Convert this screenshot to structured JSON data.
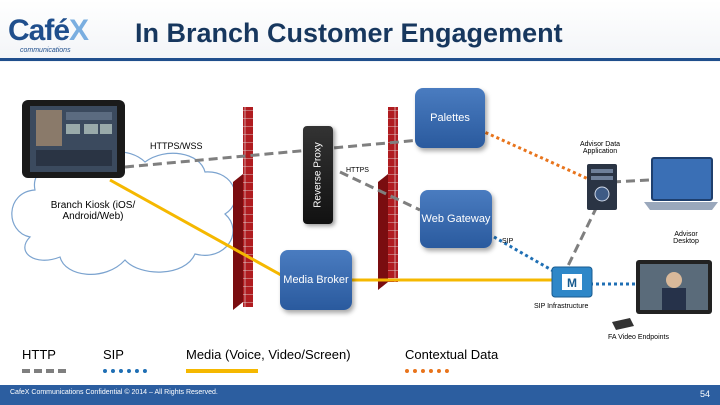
{
  "header": {
    "logo_text": "Café",
    "logo_x": "X",
    "logo_sub": "communications",
    "title": "In Branch Customer Engagement"
  },
  "nodes": {
    "kiosk": "Branch Kiosk (iOS/ Android/Web)",
    "proxy": "Reverse Proxy",
    "palettes": "Palettes",
    "web_gateway": "Web Gateway",
    "media_broker": "Media Broker",
    "advisor_data_app": "Advisor Data Application",
    "advisor_desktop": "Advisor Desktop",
    "sip_infra": "SIP Infrastructure",
    "fa_endpoints": "FA Video Endpoints"
  },
  "edge_labels": {
    "https_wss": "HTTPS/WSS",
    "https": "HTTPS",
    "sip": "SIP"
  },
  "legend": [
    {
      "label": "HTTP",
      "color": "#7f7f7f",
      "style": "dashed"
    },
    {
      "label": "SIP",
      "color": "#1f6fb4",
      "style": "dotted"
    },
    {
      "label": "Media (Voice, Video/Screen)",
      "color": "#f5b800",
      "style": "solid"
    },
    {
      "label": "Contextual Data",
      "color": "#e8741c",
      "style": "dotted"
    }
  ],
  "footer": {
    "confidential": "CafeX Communications Confidential © 2014 – All Rights Reserved.",
    "page": "54"
  },
  "colors": {
    "title": "#17375e",
    "box": "#2a5a9e",
    "firewall": "#b01c20",
    "footer": "#2c5ea0"
  }
}
